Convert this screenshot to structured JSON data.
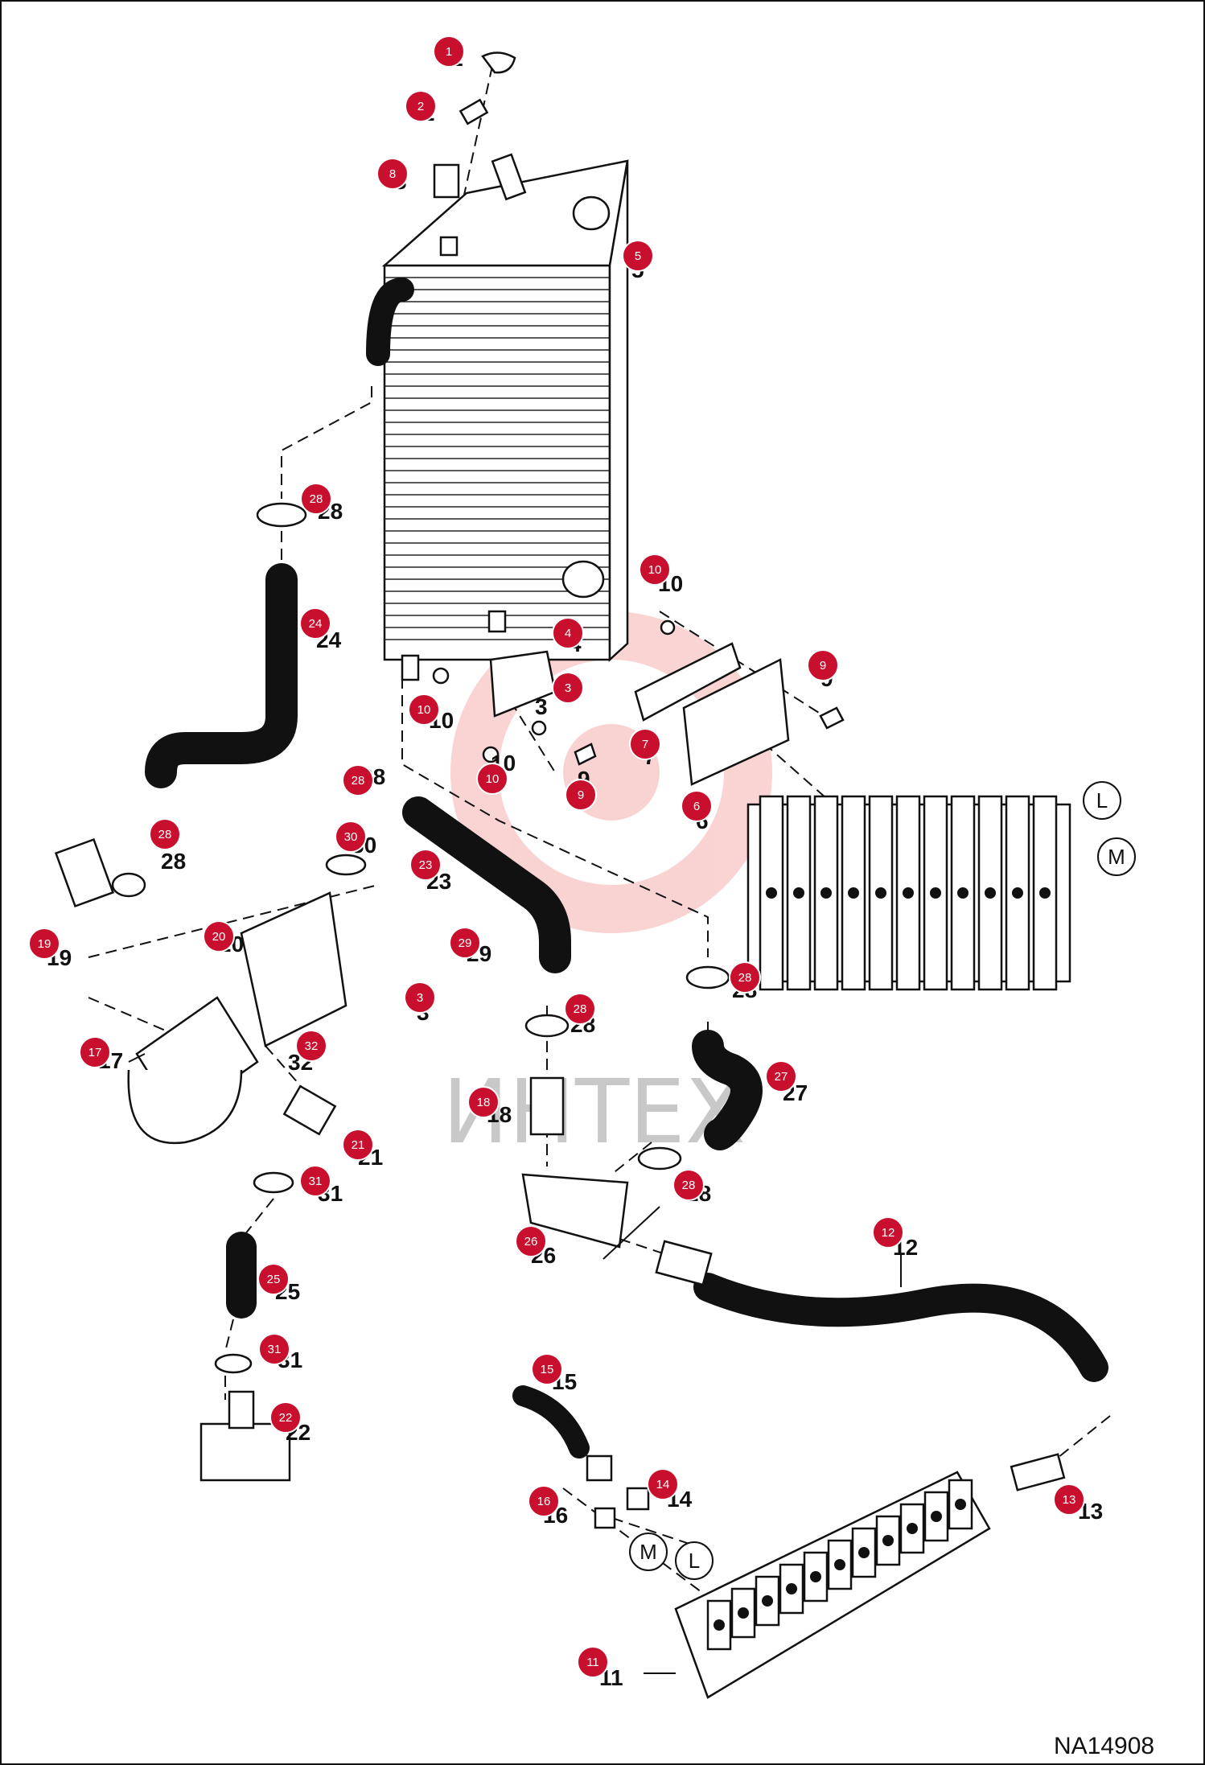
{
  "diagram": {
    "code": "NA14908",
    "watermark": "ИНТЕХ",
    "connector_letters": {
      "m": "M",
      "l": "L"
    },
    "badge_color": "#c8102e",
    "callouts": [
      {
        "num": "1"
      },
      {
        "num": "2"
      },
      {
        "num": "3"
      },
      {
        "num": "5"
      },
      {
        "num": "28"
      },
      {
        "num": "24"
      },
      {
        "num": "4"
      },
      {
        "num": "3"
      },
      {
        "num": "10"
      },
      {
        "num": "10"
      },
      {
        "num": "9"
      },
      {
        "num": "10"
      },
      {
        "num": "9"
      },
      {
        "num": "7"
      },
      {
        "num": "6"
      },
      {
        "num": "28"
      },
      {
        "num": "28"
      },
      {
        "num": "23"
      },
      {
        "num": "30"
      },
      {
        "num": "20"
      },
      {
        "num": "19"
      },
      {
        "num": "29"
      },
      {
        "num": "3"
      },
      {
        "num": "17"
      },
      {
        "num": "32"
      },
      {
        "num": "28"
      },
      {
        "num": "28"
      },
      {
        "num": "18"
      },
      {
        "num": "27"
      },
      {
        "num": "21"
      },
      {
        "num": "31"
      },
      {
        "num": "28"
      },
      {
        "num": "26"
      },
      {
        "num": "25"
      },
      {
        "num": "12"
      },
      {
        "num": "31"
      },
      {
        "num": "22"
      },
      {
        "num": "15"
      },
      {
        "num": "14"
      },
      {
        "num": "16"
      },
      {
        "num": "13"
      },
      {
        "num": "11"
      }
    ],
    "badges": [
      {
        "num": "1"
      },
      {
        "num": "2"
      },
      {
        "num": "8"
      },
      {
        "num": "5"
      },
      {
        "num": "28"
      },
      {
        "num": "24"
      },
      {
        "num": "4"
      },
      {
        "num": "3"
      },
      {
        "num": "10"
      },
      {
        "num": "10"
      },
      {
        "num": "10"
      },
      {
        "num": "9"
      },
      {
        "num": "9"
      },
      {
        "num": "7"
      },
      {
        "num": "6"
      },
      {
        "num": "28"
      },
      {
        "num": "28"
      },
      {
        "num": "23"
      },
      {
        "num": "30"
      },
      {
        "num": "20"
      },
      {
        "num": "19"
      },
      {
        "num": "29"
      },
      {
        "num": "3"
      },
      {
        "num": "17"
      },
      {
        "num": "32"
      },
      {
        "num": "28"
      },
      {
        "num": "28"
      },
      {
        "num": "18"
      },
      {
        "num": "27"
      },
      {
        "num": "21"
      },
      {
        "num": "31"
      },
      {
        "num": "28"
      },
      {
        "num": "26"
      },
      {
        "num": "25"
      },
      {
        "num": "12"
      },
      {
        "num": "31"
      },
      {
        "num": "22"
      },
      {
        "num": "15"
      },
      {
        "num": "14"
      },
      {
        "num": "16"
      },
      {
        "num": "13"
      },
      {
        "num": "11"
      }
    ]
  }
}
